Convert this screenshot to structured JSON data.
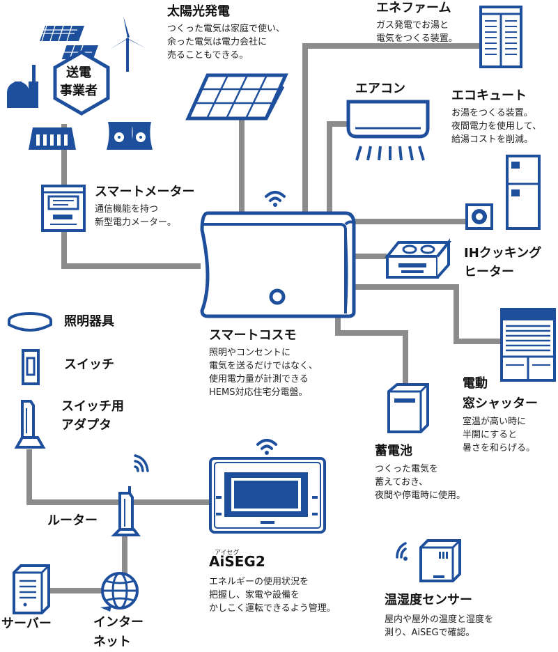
{
  "colors": {
    "blue": "#1d4f9c",
    "line": "#8c8c8c",
    "background": "#ffffff"
  },
  "devices": {
    "power_company": {
      "title": "送電\n事業者"
    },
    "solar": {
      "title": "太陽光発電",
      "desc": "つくった電気は家庭で使い、\n余った電気は電力会社に\n売ることもできる。"
    },
    "enefarm": {
      "title": "エネファーム",
      "desc": "ガス発電でお湯と\n電気をつくる装置。"
    },
    "aircon": {
      "title": "エアコン"
    },
    "ecocute": {
      "title": "エコキュート",
      "desc": "お湯をつくる装置。\n夜間電力を使用して、\n給湯コストを削減。"
    },
    "smart_meter": {
      "title": "スマートメーター",
      "desc": "通信機能を持つ\n新型電力メーター。"
    },
    "ih_heater": {
      "title": "IHクッキング\nヒーター"
    },
    "lighting": {
      "title": "照明器具"
    },
    "switch": {
      "title": "スイッチ"
    },
    "switch_adapter": {
      "title": "スイッチ用\nアダプタ"
    },
    "smart_cosmo": {
      "title": "スマートコスモ",
      "desc": "照明やコンセントに\n電気を送るだけではなく、\n使用電力量が計測できる\nHEMS対応住宅分電盤。"
    },
    "shutter": {
      "title": "電動\n窓シャッター",
      "desc": "室温が高い時に\n半開にすると\n暑さを和らげる。"
    },
    "battery": {
      "title": "蓄電池",
      "desc": "つくった電気を\n蓄えておき、\n夜間や停電時に使用。"
    },
    "router": {
      "title": "ルーター"
    },
    "aiseg": {
      "ruby": "アイセグ",
      "title": "AiSEG2",
      "desc": "エネルギーの使用状況を\n把握し、家電や設備を\nかしこく運転できるよう管理。"
    },
    "sensor": {
      "title": "温湿度センサー",
      "desc": "屋内や屋外の温度と湿度を\n測り、AiSEGで確認。"
    },
    "server": {
      "title": "サーバー"
    },
    "internet": {
      "title": "インター\nネット"
    }
  },
  "icons": {
    "power_company": "power-plant-icon",
    "solar": "solar-panel-icon",
    "enefarm": "fuel-cell-unit-icon",
    "aircon": "air-conditioner-icon",
    "ecocute": "water-heater-icon",
    "smart_meter": "smart-meter-icon",
    "ih_heater": "ih-cooktop-icon",
    "lighting": "ceiling-light-icon",
    "switch": "wall-switch-icon",
    "switch_adapter": "switch-adapter-icon",
    "smart_cosmo": "distribution-board-icon",
    "shutter": "window-shutter-icon",
    "battery": "storage-battery-icon",
    "router": "router-icon",
    "aiseg": "aiseg-monitor-icon",
    "sensor": "temperature-humidity-sensor-icon",
    "server": "server-icon",
    "internet": "globe-icon",
    "wifi": "wifi-icon"
  },
  "connections": [
    [
      "smart_cosmo",
      "smart_meter"
    ],
    [
      "smart_meter",
      "power_company"
    ],
    [
      "smart_cosmo",
      "solar"
    ],
    [
      "smart_cosmo",
      "enefarm"
    ],
    [
      "smart_cosmo",
      "aircon"
    ],
    [
      "smart_cosmo",
      "ecocute"
    ],
    [
      "smart_cosmo",
      "ih_heater"
    ],
    [
      "smart_cosmo",
      "shutter"
    ],
    [
      "smart_cosmo",
      "battery"
    ],
    [
      "switch_adapter",
      "router"
    ],
    [
      "router",
      "aiseg"
    ],
    [
      "router",
      "internet"
    ],
    [
      "internet",
      "server"
    ]
  ]
}
